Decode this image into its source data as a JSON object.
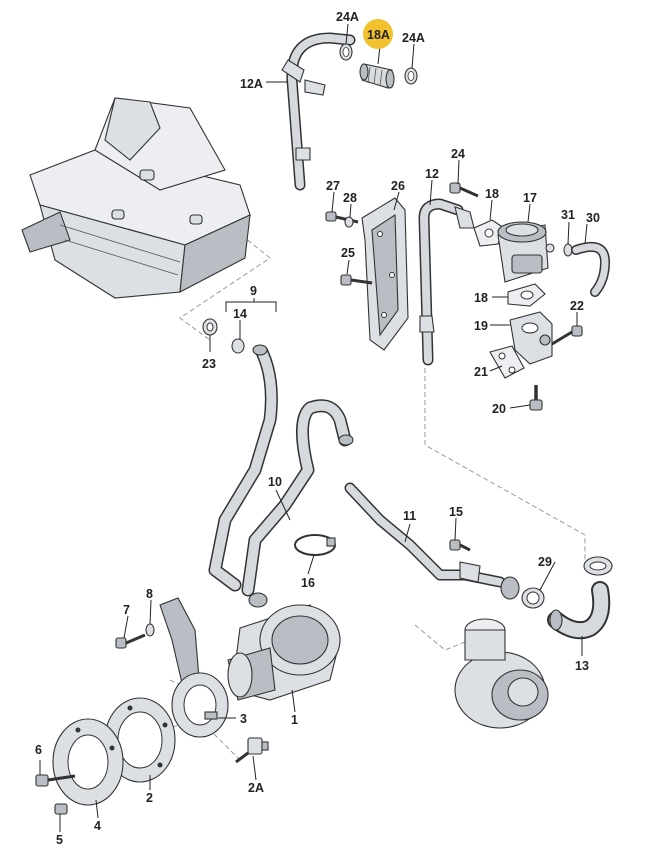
{
  "colors": {
    "highlight": "#f2c12e",
    "ink": "#222222",
    "part_fill": "#dcdfe3"
  },
  "labels": {
    "l24a_left": "24A",
    "l18a": "18A",
    "l24a_right": "24A",
    "l12a": "12A",
    "l24": "24",
    "l27": "27",
    "l28": "28",
    "l26": "26",
    "l12": "12",
    "l18_top": "18",
    "l17": "17",
    "l31": "31",
    "l30": "30",
    "l25": "25",
    "l18_mid": "18",
    "l22": "22",
    "l19": "19",
    "l21": "21",
    "l20": "20",
    "l9": "9",
    "l14": "14",
    "l23": "23",
    "l10": "10",
    "l11": "11",
    "l15": "15",
    "l16": "16",
    "l29": "29",
    "l13": "13",
    "l8": "8",
    "l7": "7",
    "l3": "3",
    "l1": "1",
    "l6": "6",
    "l2": "2",
    "l2a": "2A",
    "l4": "4",
    "l5": "5"
  }
}
